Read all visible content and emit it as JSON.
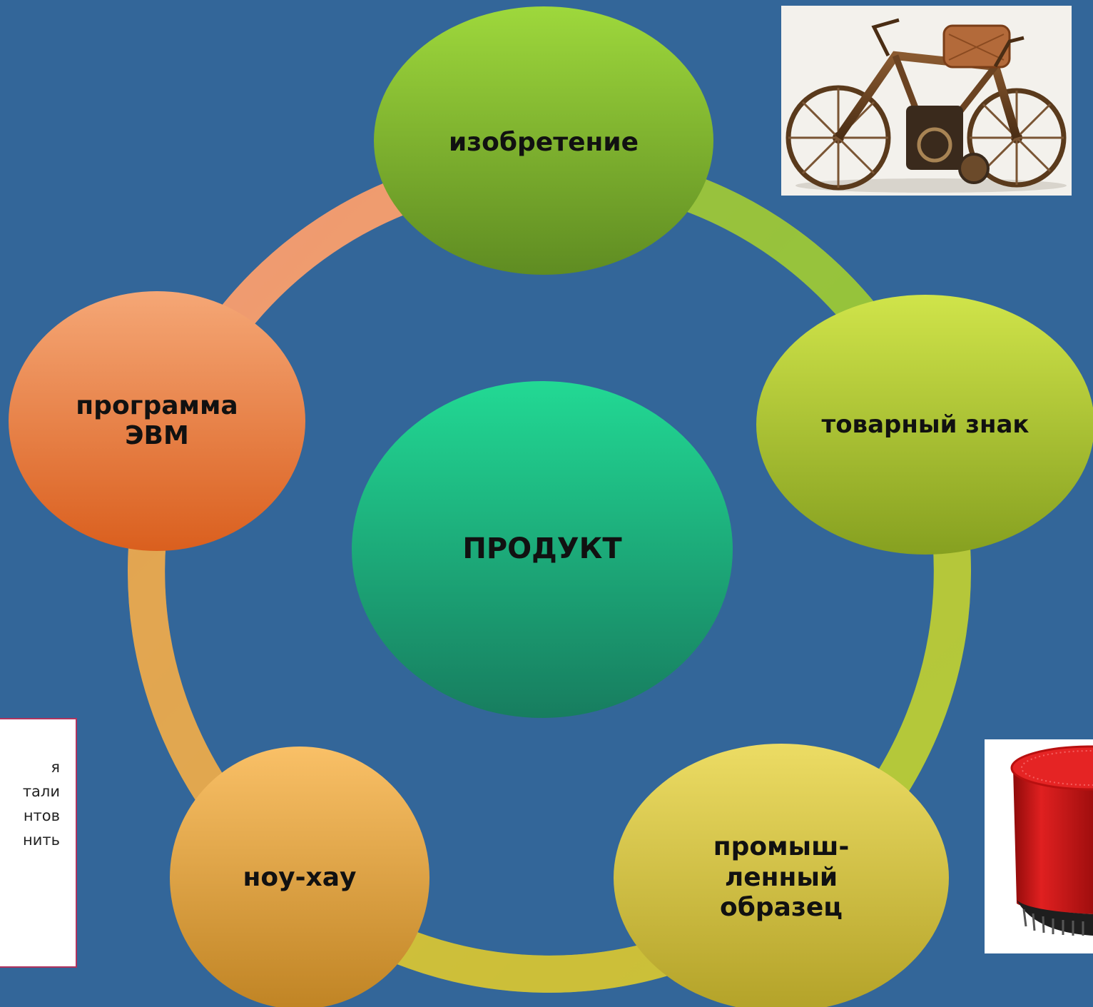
{
  "diagram": {
    "center": {
      "label": "ПРОДУКТ"
    },
    "nodes": [
      {
        "key": "invention",
        "label": "изобретение"
      },
      {
        "key": "trademark",
        "label": "товарный знак"
      },
      {
        "key": "design",
        "label": "промыш-\nленный\nобразец"
      },
      {
        "key": "knowhow",
        "label": "ноу-хау"
      },
      {
        "key": "software",
        "label": "программа\nЭВМ"
      }
    ]
  },
  "images": {
    "top_right": {
      "subject": "antique-motorcycle"
    },
    "bottom_right": {
      "subject": "red-smart-speaker"
    }
  },
  "note": {
    "lines": [
      "я",
      "тали",
      "нтов",
      "нить"
    ]
  }
}
